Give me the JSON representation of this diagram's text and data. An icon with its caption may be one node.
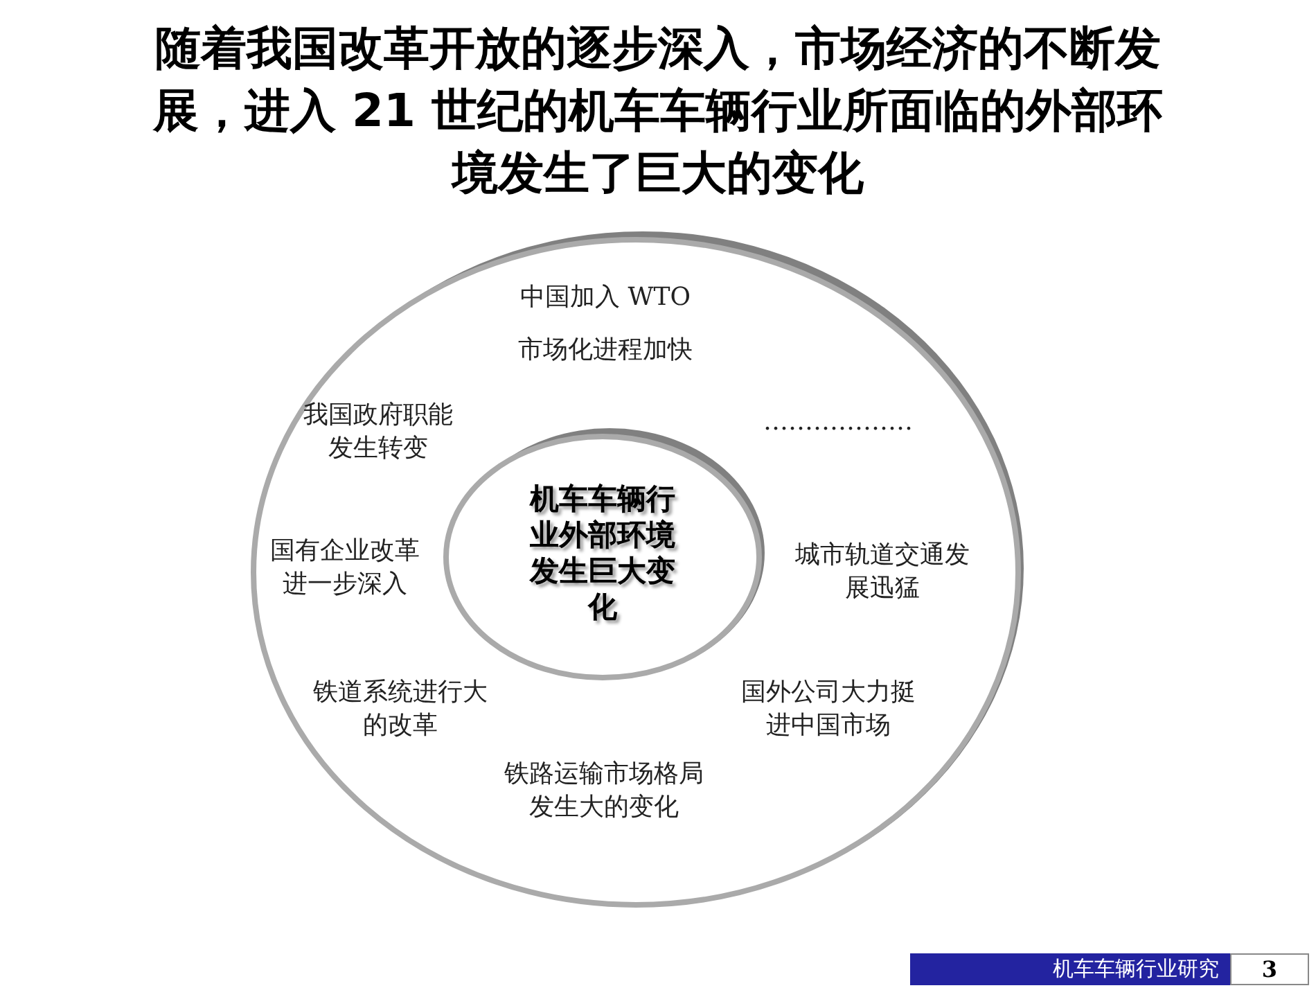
{
  "diagram": {
    "title": "随着我国改革开放的逐步深入，市场经济的不断发展，进入 21 世纪的机车车辆行业所面临的外部环境发生了巨大的变化",
    "nodes": [
      {
        "text": [],
        "shape": "circle"
      },
      {
        "text": [
          "机车车辆行业外部环境发生巨大变化"
        ],
        "in": 0
      }
    ],
    "edges": [],
    "labels": [
      "中国加入 WTO",
      "市场化进程加快",
      "我国政府职能发生转变",
      "………………",
      "国有企业改革进一步深入",
      "城市轨道交通发展迅猛",
      "铁道系统进行大的改革",
      "国外公司大力挺进中国市场",
      "铁路运输市场格局发生大的变化",
      "机车车辆行业研究",
      "3"
    ]
  }
}
